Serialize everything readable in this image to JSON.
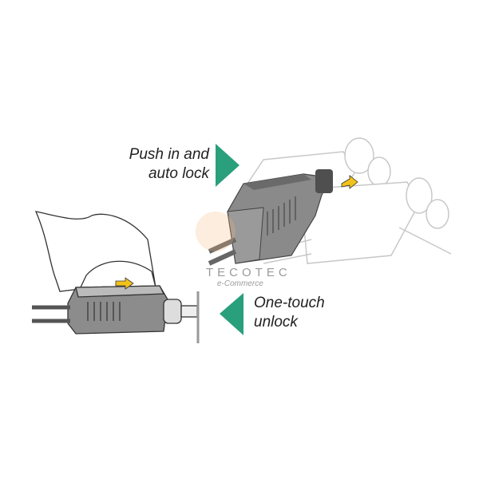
{
  "captions": {
    "push": {
      "line1": "Push in and",
      "line2": "auto lock"
    },
    "unlock": {
      "line1": "One-touch",
      "line2": "unlock"
    }
  },
  "watermark": {
    "brand": "TECOTEC",
    "sub": "e-Commerce"
  },
  "colors": {
    "accent": "#2a9f7c",
    "arrow": "#f2c21b",
    "connector": "#6f6f6f",
    "line": "#bdbdbd"
  }
}
